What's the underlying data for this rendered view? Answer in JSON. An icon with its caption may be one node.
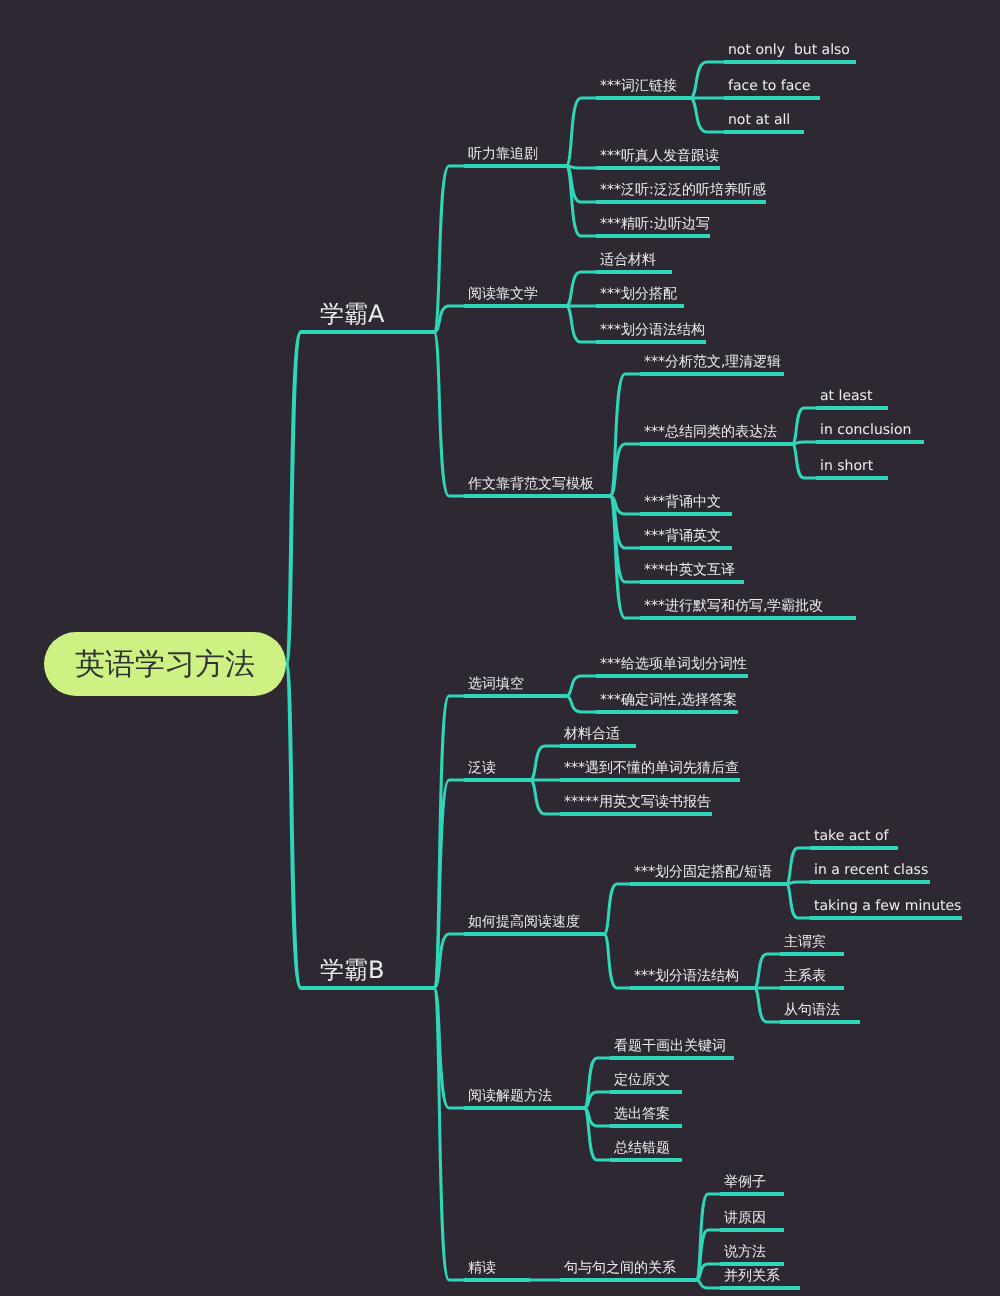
{
  "diagram": {
    "nodes": [
      {
        "text": [
          "英语学习方法"
        ]
      },
      {
        "text": [
          "学霸A"
        ]
      },
      {
        "text": [
          "听力靠追剧"
        ]
      },
      {
        "text": [
          "***词汇链接"
        ]
      },
      {
        "text": [
          "not only  but also"
        ]
      },
      {
        "text": [
          "face to face"
        ]
      },
      {
        "text": [
          "not at all"
        ]
      },
      {
        "text": [
          "***听真人发音跟读"
        ]
      },
      {
        "text": [
          "***泛听:泛泛的听培养听感"
        ]
      },
      {
        "text": [
          "***精听:边听边写"
        ]
      },
      {
        "text": [
          "阅读靠文学"
        ]
      },
      {
        "text": [
          "适合材料"
        ]
      },
      {
        "text": [
          "***划分搭配"
        ]
      },
      {
        "text": [
          "***划分语法结构"
        ]
      },
      {
        "text": [
          "作文靠背范文写模板"
        ]
      },
      {
        "text": [
          "***分析范文,理清逻辑"
        ]
      },
      {
        "text": [
          "***总结同类的表达法"
        ]
      },
      {
        "text": [
          "at least"
        ]
      },
      {
        "text": [
          "in conclusion"
        ]
      },
      {
        "text": [
          "in short"
        ]
      },
      {
        "text": [
          "***背诵中文"
        ]
      },
      {
        "text": [
          "***背诵英文"
        ]
      },
      {
        "text": [
          "***中英文互译"
        ]
      },
      {
        "text": [
          "***进行默写和仿写,学霸批改"
        ]
      },
      {
        "text": [
          "学霸B"
        ]
      },
      {
        "text": [
          "选词填空"
        ]
      },
      {
        "text": [
          "***给选项单词划分词性"
        ]
      },
      {
        "text": [
          "***确定词性,选择答案"
        ]
      },
      {
        "text": [
          "泛读"
        ]
      },
      {
        "text": [
          "材料合适"
        ]
      },
      {
        "text": [
          "***遇到不懂的单词先猜后查"
        ]
      },
      {
        "text": [
          "*****用英文写读书报告"
        ]
      },
      {
        "text": [
          "如何提高阅读速度"
        ]
      },
      {
        "text": [
          "***划分固定搭配/短语"
        ]
      },
      {
        "text": [
          "take act of"
        ]
      },
      {
        "text": [
          "in a recent class"
        ]
      },
      {
        "text": [
          "taking a few minutes"
        ]
      },
      {
        "text": [
          "***划分语法结构"
        ]
      },
      {
        "text": [
          "主谓宾"
        ]
      },
      {
        "text": [
          "主系表"
        ]
      },
      {
        "text": [
          "从句语法"
        ]
      },
      {
        "text": [
          "阅读解题方法"
        ]
      },
      {
        "text": [
          "看题干画出关键词"
        ]
      },
      {
        "text": [
          "定位原文"
        ]
      },
      {
        "text": [
          "选出答案"
        ]
      },
      {
        "text": [
          "总结错题"
        ]
      },
      {
        "text": [
          "精读"
        ]
      },
      {
        "text": [
          "句与句之间的关系"
        ]
      },
      {
        "text": [
          "举例子"
        ]
      },
      {
        "text": [
          "讲原因"
        ]
      },
      {
        "text": [
          "说方法"
        ]
      },
      {
        "text": [
          "并列关系"
        ]
      }
    ],
    "edges": [
      {
        "from": 0,
        "to": 1,
        "arrow": "none"
      },
      {
        "from": 1,
        "to": 2,
        "arrow": "none"
      },
      {
        "from": 2,
        "to": 3,
        "arrow": "none"
      },
      {
        "from": 3,
        "to": 4,
        "arrow": "none"
      },
      {
        "from": 3,
        "to": 5,
        "arrow": "none"
      },
      {
        "from": 3,
        "to": 6,
        "arrow": "none"
      },
      {
        "from": 2,
        "to": 7,
        "arrow": "none"
      },
      {
        "from": 2,
        "to": 8,
        "arrow": "none"
      },
      {
        "from": 2,
        "to": 9,
        "arrow": "none"
      },
      {
        "from": 1,
        "to": 10,
        "arrow": "none"
      },
      {
        "from": 10,
        "to": 11,
        "arrow": "none"
      },
      {
        "from": 10,
        "to": 12,
        "arrow": "none"
      },
      {
        "from": 10,
        "to": 13,
        "arrow": "none"
      },
      {
        "from": 1,
        "to": 14,
        "arrow": "none"
      },
      {
        "from": 14,
        "to": 15,
        "arrow": "none"
      },
      {
        "from": 14,
        "to": 16,
        "arrow": "none"
      },
      {
        "from": 16,
        "to": 17,
        "arrow": "none"
      },
      {
        "from": 16,
        "to": 18,
        "arrow": "none"
      },
      {
        "from": 16,
        "to": 19,
        "arrow": "none"
      },
      {
        "from": 14,
        "to": 20,
        "arrow": "none"
      },
      {
        "from": 14,
        "to": 21,
        "arrow": "none"
      },
      {
        "from": 14,
        "to": 22,
        "arrow": "none"
      },
      {
        "from": 14,
        "to": 23,
        "arrow": "none"
      },
      {
        "from": 0,
        "to": 24,
        "arrow": "none"
      },
      {
        "from": 24,
        "to": 25,
        "arrow": "none"
      },
      {
        "from": 25,
        "to": 26,
        "arrow": "none"
      },
      {
        "from": 25,
        "to": 27,
        "arrow": "none"
      },
      {
        "from": 24,
        "to": 28,
        "arrow": "none"
      },
      {
        "from": 28,
        "to": 29,
        "arrow": "none"
      },
      {
        "from": 28,
        "to": 30,
        "arrow": "none"
      },
      {
        "from": 28,
        "to": 31,
        "arrow": "none"
      },
      {
        "from": 24,
        "to": 32,
        "arrow": "none"
      },
      {
        "from": 32,
        "to": 33,
        "arrow": "none"
      },
      {
        "from": 33,
        "to": 34,
        "arrow": "none"
      },
      {
        "from": 33,
        "to": 35,
        "arrow": "none"
      },
      {
        "from": 33,
        "to": 36,
        "arrow": "none"
      },
      {
        "from": 32,
        "to": 37,
        "arrow": "none"
      },
      {
        "from": 37,
        "to": 38,
        "arrow": "none"
      },
      {
        "from": 37,
        "to": 39,
        "arrow": "none"
      },
      {
        "from": 37,
        "to": 40,
        "arrow": "none"
      },
      {
        "from": 24,
        "to": 41,
        "arrow": "none"
      },
      {
        "from": 41,
        "to": 42,
        "arrow": "none"
      },
      {
        "from": 41,
        "to": 43,
        "arrow": "none"
      },
      {
        "from": 41,
        "to": 44,
        "arrow": "none"
      },
      {
        "from": 41,
        "to": 45,
        "arrow": "none"
      },
      {
        "from": 24,
        "to": 46,
        "arrow": "none"
      },
      {
        "from": 46,
        "to": 47,
        "arrow": "none"
      },
      {
        "from": 47,
        "to": 48,
        "arrow": "none"
      },
      {
        "from": 47,
        "to": 49,
        "arrow": "none"
      },
      {
        "from": 47,
        "to": 50,
        "arrow": "none"
      },
      {
        "from": 47,
        "to": 51,
        "arrow": "none"
      }
    ]
  }
}
